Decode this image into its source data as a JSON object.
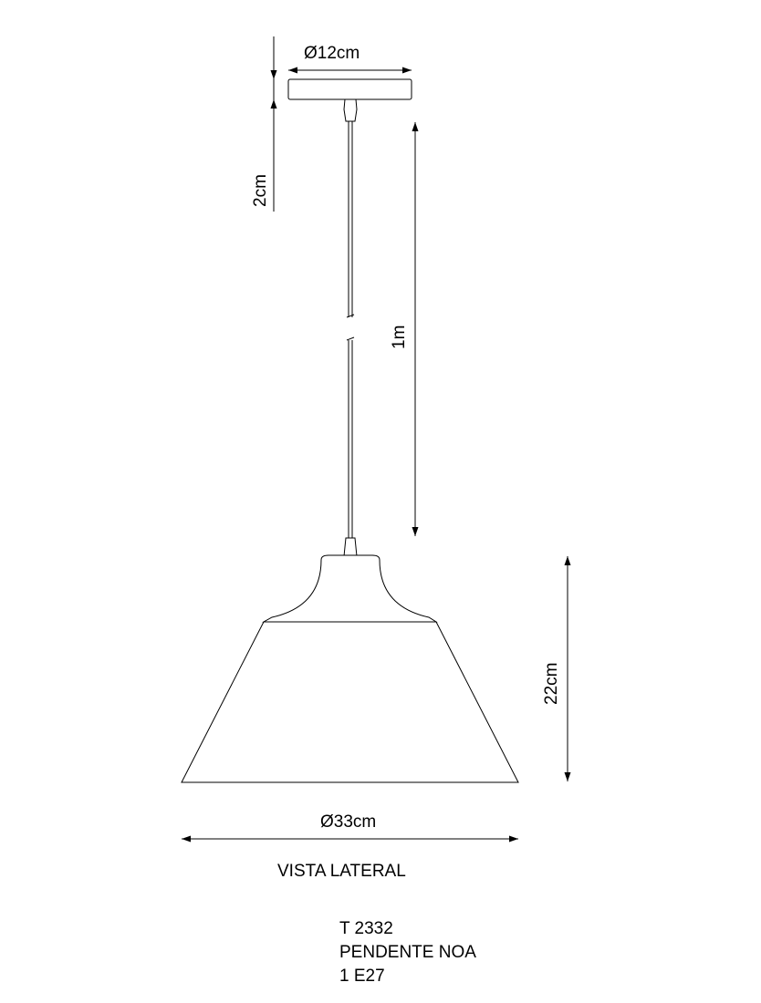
{
  "dimensions": {
    "canopy_diameter": "Ø12cm",
    "canopy_height": "2cm",
    "cable_length": "1m",
    "shade_height": "22cm",
    "shade_diameter": "Ø33cm"
  },
  "view_label": "VISTA LATERAL",
  "product": {
    "code": "T 2332",
    "name": "PENDENTE NOA",
    "lamp": "1 E27"
  }
}
